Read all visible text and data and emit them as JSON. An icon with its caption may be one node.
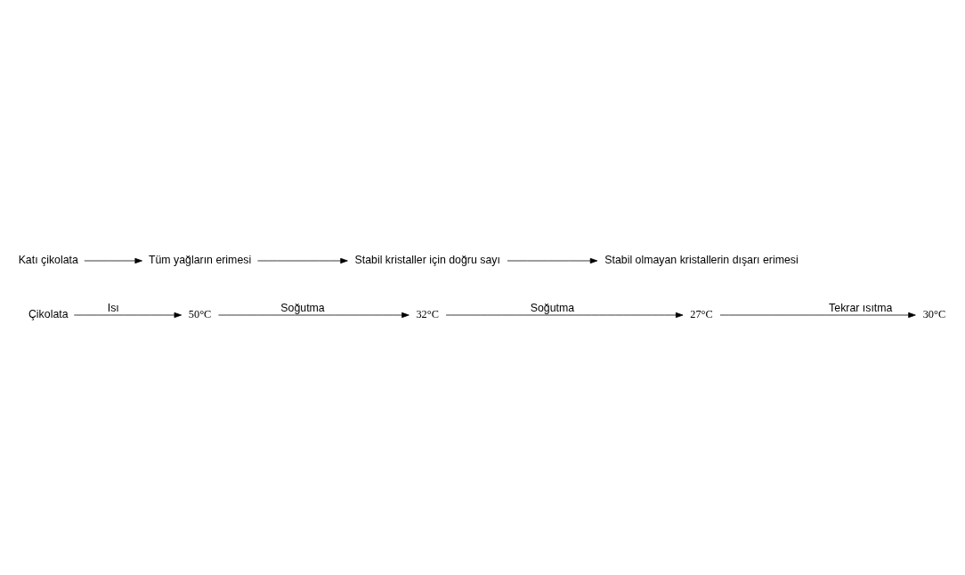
{
  "diagram": {
    "nodes": [
      {
        "text": [
          "Çikolata"
        ]
      },
      {
        "text": [
          "50°C"
        ]
      },
      {
        "text": [
          "32°C"
        ]
      },
      {
        "text": [
          "27°C"
        ]
      },
      {
        "text": [
          "30°C"
        ]
      },
      {
        "text": [
          "Katı çikolata"
        ]
      },
      {
        "text": [
          "Tüm yağların erimesi"
        ]
      },
      {
        "text": [
          "Stabil kristaller için doğru sayı"
        ]
      },
      {
        "text": [
          "Stabil olmayan kristallerin dışarı erimesi"
        ]
      }
    ],
    "edges": [
      {
        "from": 0,
        "to": 1,
        "arrow": "to",
        "label": "Isı"
      },
      {
        "from": 1,
        "to": 2,
        "arrow": "to",
        "label": "Soğutma"
      },
      {
        "from": 2,
        "to": 3,
        "arrow": "to",
        "label": "Soğutma"
      },
      {
        "from": 3,
        "to": 4,
        "arrow": "to",
        "label": "Tekrar ısıtma"
      },
      {
        "from": 5,
        "to": 6,
        "arrow": "to"
      },
      {
        "from": 6,
        "to": 7,
        "arrow": "to"
      },
      {
        "from": 7,
        "to": 8,
        "arrow": "to"
      }
    ]
  }
}
